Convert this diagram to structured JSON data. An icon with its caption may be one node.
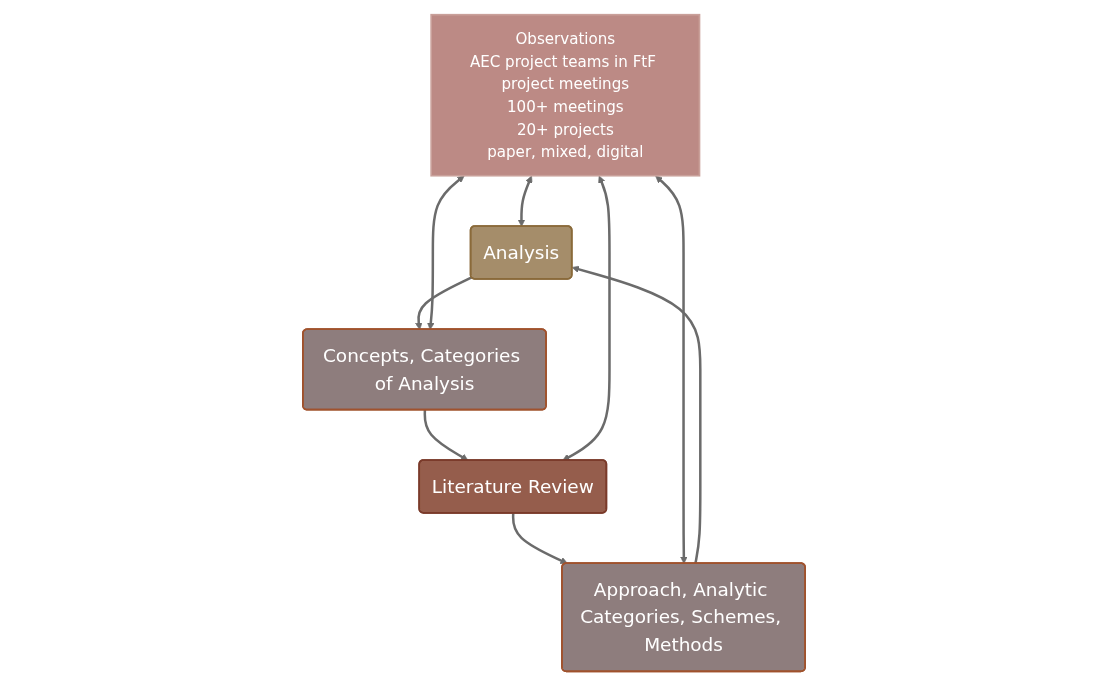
{
  "diagram": {
    "nodes": [
      {
        "text": [
          "Analysis"
        ]
      },
      {
        "text": [
          "Approach, Analytic Categories, Schemes, Methods"
        ]
      },
      {
        "text": [
          "Observations",
          "AEC project teams in FtF project meetings",
          "100+ meetings",
          "20+ projects",
          "paper, mixed, digital"
        ]
      },
      {
        "text": [
          "Concepts, Categories of Analysis"
        ]
      },
      {
        "text": [
          "Literature Review"
        ]
      }
    ],
    "edges": [
      {
        "from": 1,
        "to": 0,
        "arrow": "to"
      },
      {
        "from": 0,
        "to": 3,
        "arrow": "to"
      },
      {
        "from": 3,
        "to": 4,
        "arrow": "to"
      },
      {
        "from": 4,
        "to": 1,
        "arrow": "to"
      },
      {
        "from": 2,
        "to": 0,
        "arrow": "both"
      },
      {
        "from": 2,
        "to": 1,
        "arrow": "both"
      },
      {
        "from": 2,
        "to": 3,
        "arrow": "both"
      },
      {
        "from": 2,
        "to": 4,
        "arrow": "both"
      }
    ]
  }
}
